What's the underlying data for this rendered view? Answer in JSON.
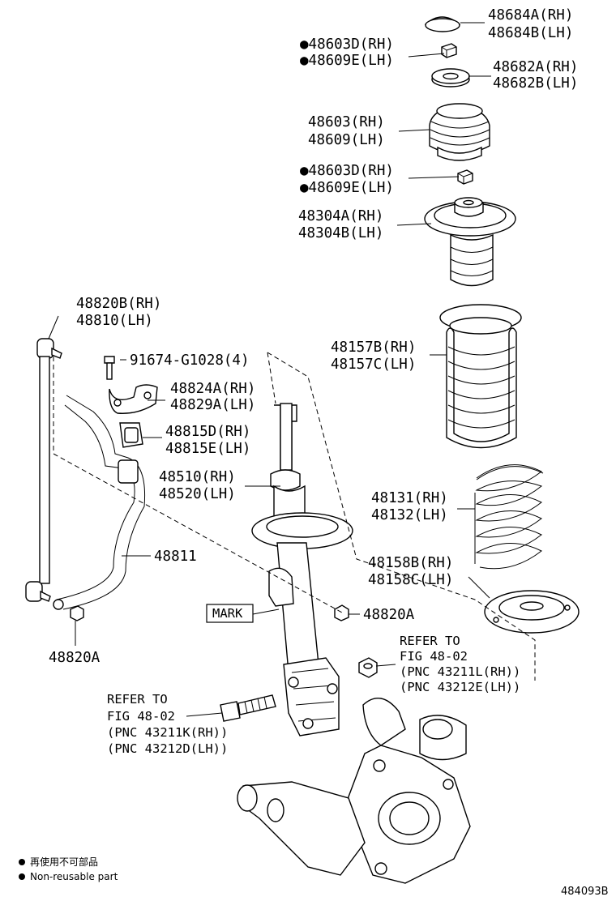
{
  "parts": {
    "insulator_cap": [
      "48684A(RH)",
      "48684B(LH)"
    ],
    "nut_top": [
      "●48603D(RH)",
      "●48609E(LH)"
    ],
    "bearing": [
      "48682A(RH)",
      "48682B(LH)"
    ],
    "mount": [
      "48603(RH)",
      "48609(LH)"
    ],
    "nut_mid": [
      "●48603D(RH)",
      "●48609E(LH)"
    ],
    "spring_seat_upper": [
      "48304A(RH)",
      "48304B(LH)"
    ],
    "link": [
      "48820B(RH)",
      "48810(LH)"
    ],
    "bolt": "91674-G1028(4)",
    "bracket": [
      "48824A(RH)",
      "48829A(LH)"
    ],
    "bushing": [
      "48815D(RH)",
      "48815E(LH)"
    ],
    "boot": [
      "48157B(RH)",
      "48157C(LH)"
    ],
    "strut": [
      "48510(RH)",
      "48520(LH)"
    ],
    "coil_spring": [
      "48131(RH)",
      "48132(LH)"
    ],
    "stabilizer_bar": "48811",
    "lower_insulator": [
      "48158B(RH)",
      "48158C(LH)"
    ],
    "mark": "MARK",
    "nut_link_right": "48820A",
    "nut_link_left": "48820A"
  },
  "refer_right": [
    "REFER TO",
    "FIG 48-02",
    "(PNC 43211L(RH))",
    "(PNC 43212E(LH))"
  ],
  "refer_left": [
    "REFER TO",
    "FIG 48-02",
    "(PNC 43211K(RH))",
    "(PNC 43212D(LH))"
  ],
  "legend": {
    "line1": "再使用不可部品",
    "line2": "Non-reusable part"
  },
  "diagram_code": "484093B"
}
